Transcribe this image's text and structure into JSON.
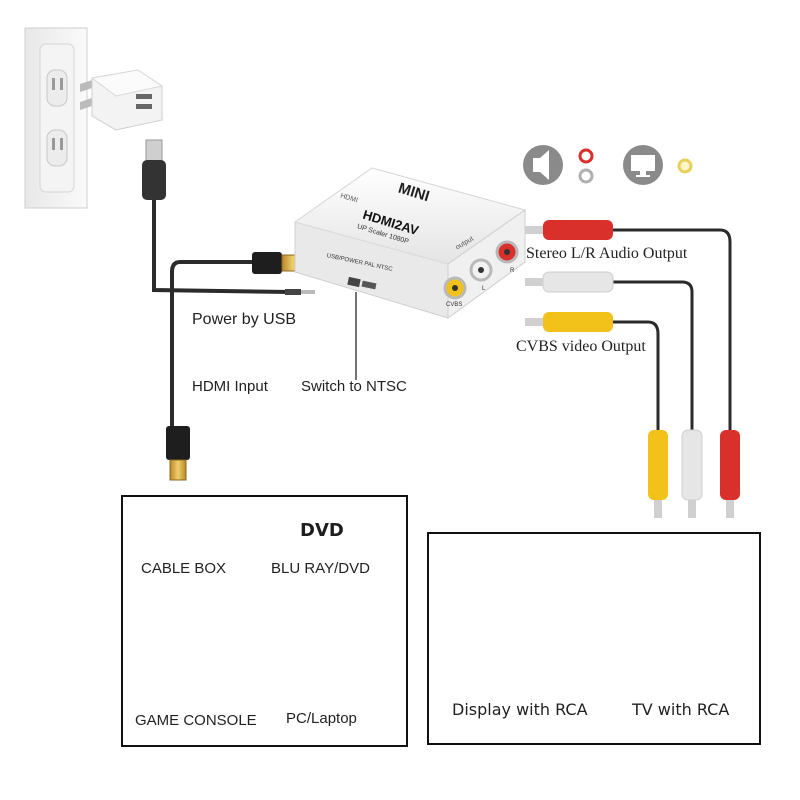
{
  "converter": {
    "brand": "MINI",
    "model": "HDMI2AV",
    "subtitle": "UP Scaler 1080P",
    "hdmi_port_label": "HDMI",
    "output_label": "output",
    "usb_switch_label": "USB/POWER PAL NTSC",
    "cvbs_label": "CVBS",
    "l_label": "L",
    "r_label": "R"
  },
  "labels": {
    "power_by_usb": "Power by USB",
    "hdmi_input": "HDMI Input",
    "switch_to_ntsc": "Switch to NTSC",
    "stereo_audio_output": "Stereo L/R Audio Output",
    "cvbs_video_output": "CVBS video Output"
  },
  "sources": {
    "cable_box": "CABLE BOX",
    "dvd_logo": "DVD",
    "blu_ray_dvd": "BLU RAY/DVD",
    "game_console": "GAME CONSOLE",
    "pc_laptop": "PC/Laptop"
  },
  "displays": {
    "display_with_rca": "Display with RCA",
    "tv_with_rca": "TV with RCA"
  },
  "colors": {
    "rca_red": "#d9302b",
    "rca_white": "#e6e6e6",
    "rca_yellow": "#f2c21a",
    "cable": "#2b2b2b",
    "hdmi_gold": "#d4a93a"
  },
  "icons": [
    "wall-outlet-icon",
    "usb-charger-icon",
    "usb-plug-icon",
    "hdmi-plug-icon",
    "speaker-icon",
    "monitor-icon",
    "cable-box-icon",
    "game-console-icon",
    "game-controller-icon",
    "desktop-pc-icon",
    "computer-monitor-icon",
    "tv-icon"
  ]
}
